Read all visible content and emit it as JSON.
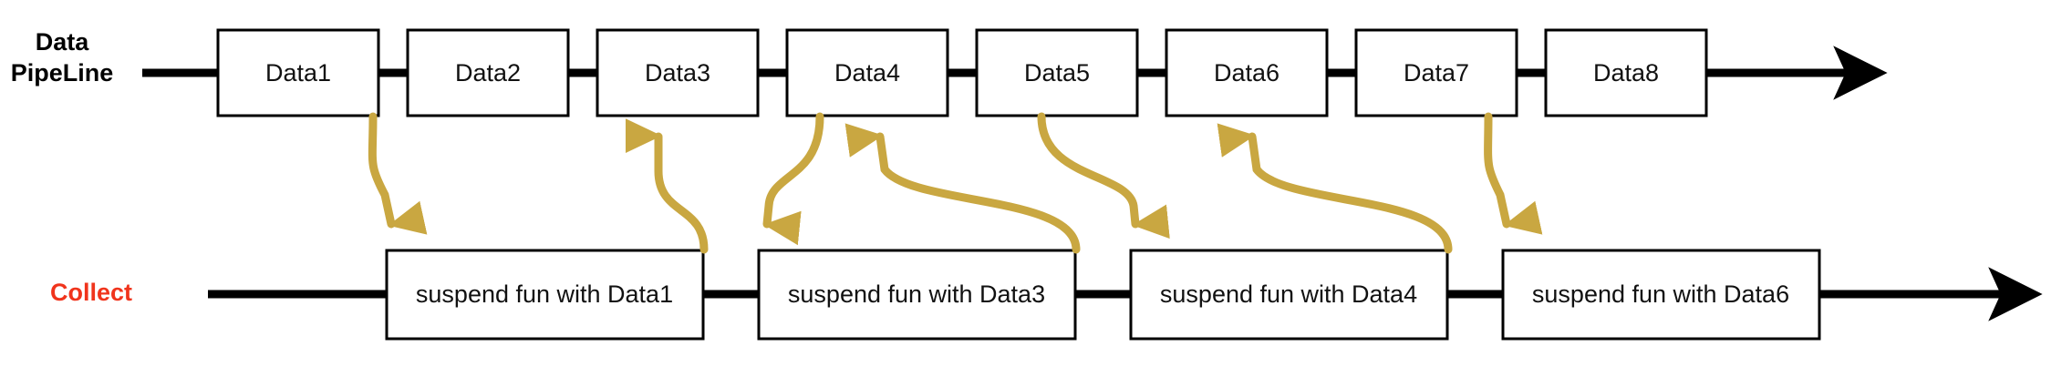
{
  "diagram": {
    "title": "Data PipeLine and Collect flow",
    "colors": {
      "pipeline_label": "#000000",
      "collect_label": "#F0341C",
      "arrow_gold": "#C9A741",
      "rail_black": "#000000",
      "box_fill": "#FFFFFF",
      "box_stroke": "#000000"
    },
    "rows": [
      {
        "id": "pipeline",
        "label_line1": "Data",
        "label_line2": "PipeLine",
        "nodes": [
          {
            "label": "Data1"
          },
          {
            "label": "Data2"
          },
          {
            "label": "Data3"
          },
          {
            "label": "Data4"
          },
          {
            "label": "Data5"
          },
          {
            "label": "Data6"
          },
          {
            "label": "Data7"
          },
          {
            "label": "Data8"
          }
        ]
      },
      {
        "id": "collect",
        "label_line1": "Collect",
        "label_line2": "",
        "nodes": [
          {
            "label": "suspend fun with Data1"
          },
          {
            "label": "suspend fun with Data3"
          },
          {
            "label": "suspend fun with Data4"
          },
          {
            "label": "suspend fun with Data6"
          }
        ]
      }
    ],
    "connections": [
      {
        "from": "Data1",
        "to": "suspend fun with Data1",
        "direction": "down"
      },
      {
        "from": "suspend fun with Data1",
        "to": "Data3",
        "direction": "up"
      },
      {
        "from": "Data3",
        "to": "suspend fun with Data3",
        "direction": "down"
      },
      {
        "from": "suspend fun with Data3",
        "to": "Data4",
        "direction": "up"
      },
      {
        "from": "Data4",
        "to": "suspend fun with Data4",
        "direction": "down"
      },
      {
        "from": "suspend fun with Data4",
        "to": "Data6",
        "direction": "up"
      },
      {
        "from": "Data6",
        "to": "suspend fun with Data6",
        "direction": "down"
      }
    ]
  }
}
